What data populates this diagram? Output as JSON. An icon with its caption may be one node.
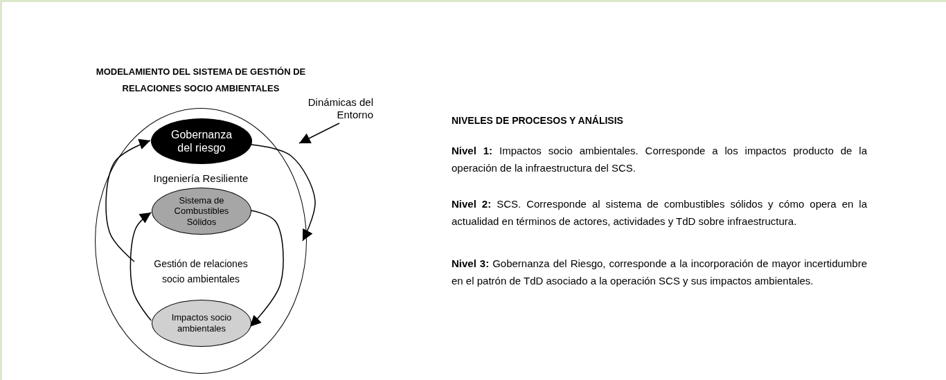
{
  "diagram": {
    "title": "MODELAMIENTO DEL SISTEMA DE GESTIÓN DE RELACIONES SOCIO AMBIENTALES",
    "nodes": [
      {
        "text": [],
        "shape": "circle"
      },
      {
        "text": [
          "Dinámicas del Entorno"
        ]
      },
      {
        "text": [
          "Gobernanza del riesgo"
        ],
        "in": 0
      },
      {
        "text": [
          "Sistema de Combustibles Sólidos"
        ],
        "in": 0
      },
      {
        "text": [
          "Impactos socio ambientales"
        ],
        "in": 0
      }
    ],
    "edges": [
      {
        "from": 1,
        "to": 0,
        "arrow": "to"
      },
      {
        "from": 2,
        "to": null,
        "arrow": "to"
      },
      {
        "from": null,
        "to": 2,
        "arrow": "to"
      },
      {
        "from": 3,
        "to": 4,
        "arrow": "to"
      },
      {
        "from": 4,
        "to": 3,
        "arrow": "to"
      }
    ],
    "labels": [
      "Ingeniería Resiliente",
      "Gestión de relaciones socio ambientales",
      "NIVELES DE PROCESOS Y ANÁLISIS",
      "**Nivel 1:** Impactos socio ambientales. Corresponde a los impactos producto de la operación de la infraestructura del SCS.",
      "**Nivel 2:** SCS. Corresponde al sistema de combustibles sólidos y cómo opera en la actualidad en términos de actores, actividades y TdD sobre infraestructura.",
      "**Nivel 3:** Gobernanza del Riesgo, corresponde a la incorporación de mayor incertidumbre en el patrón de TdD asociado a la operación SCS y sus impactos ambientales."
    ]
  }
}
